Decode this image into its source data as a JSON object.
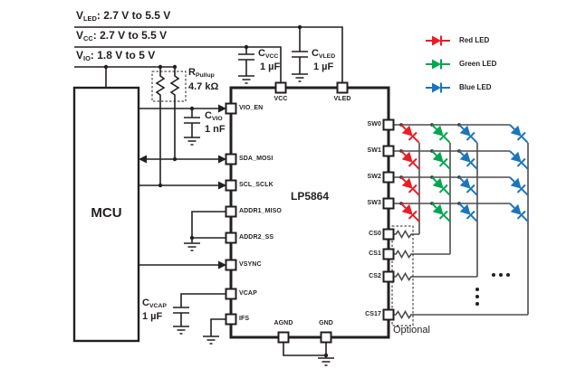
{
  "supplies": [
    {
      "sym": "V",
      "sub": "LED",
      "rest": ": 2.7 V to 5.5 V"
    },
    {
      "sym": "V",
      "sub": "CC",
      "rest": ": 2.7 V to 5.5 V"
    },
    {
      "sym": "V",
      "sub": "IO",
      "rest": ": 1.8 V to 5 V"
    }
  ],
  "pullup": {
    "sym": "R",
    "sub": "Pullup",
    "value": "4.7 kΩ"
  },
  "capacitors": {
    "cvcc": {
      "sym": "C",
      "sub": "VCC",
      "value": "1 µF"
    },
    "cvled": {
      "sym": "C",
      "sub": "VLED",
      "value": "1 µF"
    },
    "cvio": {
      "sym": "C",
      "sub": "VIO",
      "value": "1 nF"
    },
    "cvcap": {
      "sym": "C",
      "sub": "VCAP",
      "value": "1 µF"
    }
  },
  "mcu": {
    "label": "MCU"
  },
  "chip": {
    "label": "LP5864",
    "pins": {
      "left": [
        "VIO_EN",
        "SDA_MOSI",
        "SCL_SCLK",
        "ADDR1_MISO",
        "ADDR2_SS",
        "VSYNC",
        "VCAP",
        "IFS"
      ],
      "top": [
        "VCC",
        "VLED"
      ],
      "bottom": [
        "AGND",
        "GND"
      ],
      "right": [
        "SW0",
        "SW1",
        "SW2",
        "SW3",
        "CS0",
        "CS1",
        "CS2",
        "CS17"
      ]
    }
  },
  "legend": [
    {
      "label": "Red LED",
      "color": "#ec1c24"
    },
    {
      "label": "Green LED",
      "color": "#00a650"
    },
    {
      "label": "Blue LED",
      "color": "#1c75bc"
    }
  ],
  "optional_label": "Optional",
  "colors": {
    "wire": "#231f20",
    "matrix_wire": "#4d4d4f",
    "red": "#ec1c24",
    "green": "#00a650",
    "blue": "#1c75bc"
  }
}
